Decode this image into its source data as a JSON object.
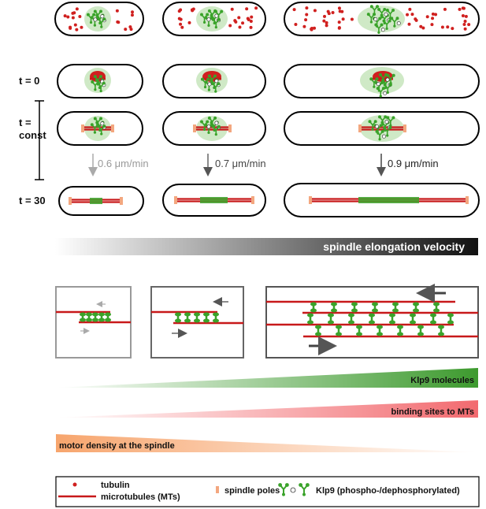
{
  "time_labels": {
    "t0": "t = 0",
    "tconst_1": "t =",
    "tconst_2": "const",
    "t30": "t = 30"
  },
  "velocities": [
    "0.6 μm/min",
    "0.7 μm/min",
    "0.9 μm/min"
  ],
  "gradient_bars": {
    "elongation": "spindle elongation velocity",
    "klp9": "Klp9 molecules",
    "binding": "binding sites to MTs",
    "density": "motor density at the spindle"
  },
  "legend": {
    "tubulin": "tubulin",
    "microtubules": "microtubules (MTs)",
    "poles": "spindle poles",
    "klp9": "Klp9 (phospho-/dephosphorylated)"
  },
  "colors": {
    "tubulin": "#d0201f",
    "microtubule": "#c8191a",
    "nucleus": "#cfe9c6",
    "klp9": "#3aa32a",
    "pole": "#f3a77f",
    "grey_arrow": "#aaaaaa",
    "dark_arrow": "#555555"
  }
}
